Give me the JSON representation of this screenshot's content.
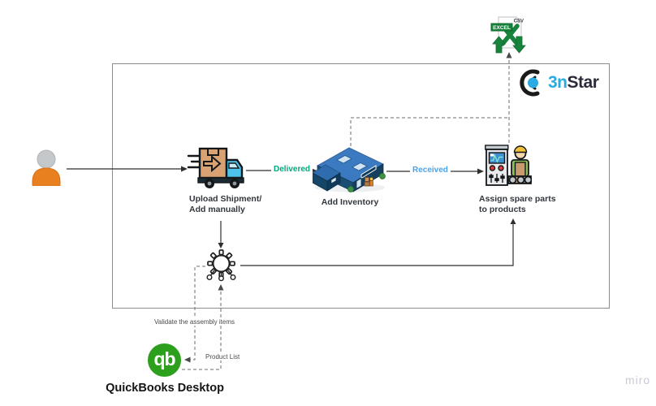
{
  "watermark": "miro",
  "brand": {
    "logo_blue": "3n",
    "logo_dark": "Star",
    "blue_hex": "#29ABE2",
    "dark_hex": "#2B2B3C"
  },
  "excel": {
    "banner": "EXCEL",
    "format": "CSV",
    "green_hex": "#17833D"
  },
  "nodes": {
    "upload": {
      "label_line1": "Upload Shipment/",
      "label_line2": "Add manually"
    },
    "inventory": {
      "label": "Add Inventory"
    },
    "assign": {
      "label_line1": "Assign spare parts",
      "label_line2": "to products"
    },
    "quickbooks": {
      "logo_text": "qb",
      "label": "QuickBooks Desktop",
      "green_hex": "#2CA01C"
    }
  },
  "connectors": {
    "delivered": {
      "label": "Delivered",
      "color_hex": "#00A77E"
    },
    "received": {
      "label": "Received",
      "color_hex": "#4BA3E8"
    },
    "validate": {
      "label": "Validate the assembly items"
    },
    "product_list": {
      "label": "Product List"
    }
  }
}
